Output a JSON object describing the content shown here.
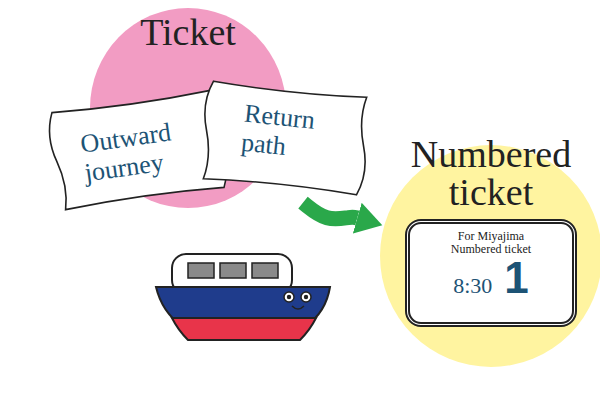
{
  "diagram": {
    "nodes": [
      {
        "text": [
          "Ticket"
        ]
      },
      {
        "text": [
          "Outward journey"
        ],
        "in": 0
      },
      {
        "text": [
          "Return path"
        ],
        "in": 0
      },
      {
        "text": [
          "Numbered ticket"
        ]
      },
      {
        "text": [
          "For Miyajima Numbered ticket",
          "8:30",
          "1"
        ],
        "in": 3
      }
    ],
    "edges": [
      {
        "from": 2,
        "to": 3,
        "arrow": "to"
      }
    ]
  }
}
